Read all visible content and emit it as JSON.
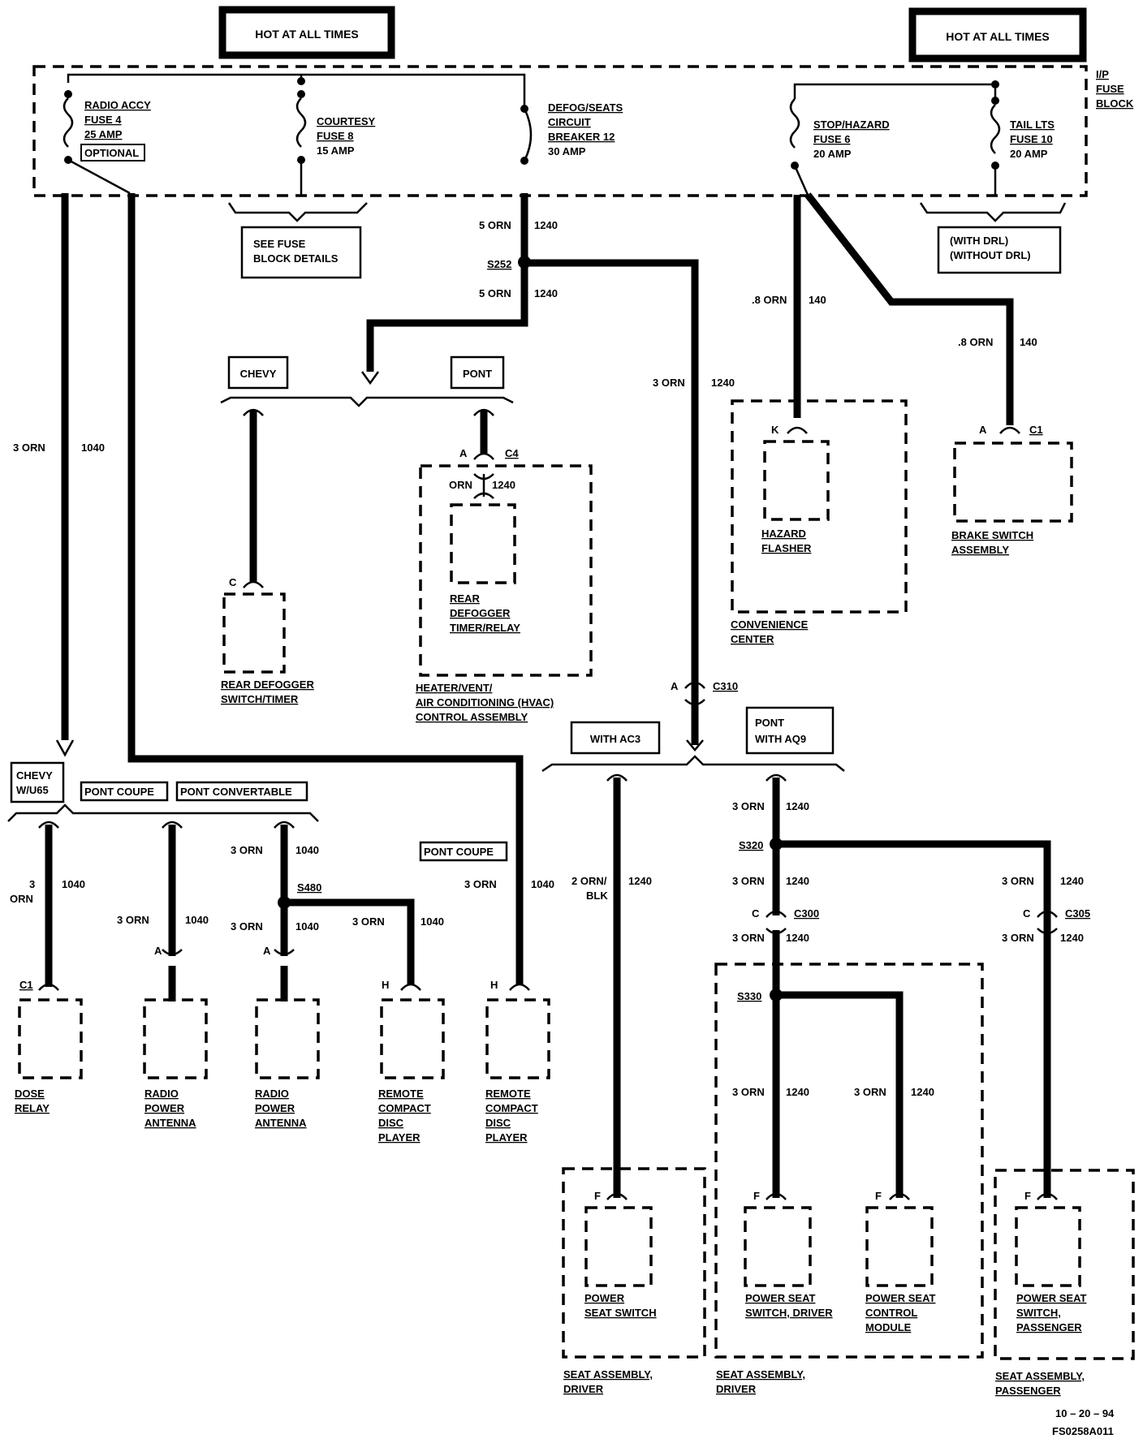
{
  "header": {
    "hot_left": "HOT AT ALL TIMES",
    "hot_right": "HOT AT ALL TIMES"
  },
  "fuse_block": {
    "label_1": "I/P",
    "label_2": "FUSE",
    "label_3": "BLOCK",
    "see_details_1": "SEE FUSE",
    "see_details_2": "BLOCK DETAILS",
    "drl_1": "(WITH DRL)",
    "drl_2": "(WITHOUT DRL)",
    "fuses": [
      {
        "name": "RADIO ACCY",
        "fuse": "FUSE 4",
        "amp": "25 AMP",
        "note": "OPTIONAL"
      },
      {
        "name": "COURTESY",
        "fuse": "FUSE 8",
        "amp": "15 AMP"
      },
      {
        "name": "DEFOG/SEATS",
        "fuse": "CIRCUIT",
        "fuse2": "BREAKER 12",
        "amp": "30 AMP"
      },
      {
        "name": "STOP/HAZARD",
        "fuse": "FUSE 6",
        "amp": "20 AMP"
      },
      {
        "name": "TAIL LTS",
        "fuse": "FUSE 10",
        "amp": "20 AMP"
      }
    ]
  },
  "wires": {
    "orn5": "5 ORN",
    "orn3": "3 ORN",
    "orn08": ".8 ORN",
    "orn2blk_1": "2 ORN/",
    "orn2blk_2": "BLK",
    "orn_3": "3",
    "orn_orn": "ORN",
    "orn": "ORN",
    "c1240": "1240",
    "c1040": "1040",
    "c140": "140"
  },
  "splices": {
    "s252": "S252",
    "s320": "S320",
    "s330": "S330",
    "s480": "S480"
  },
  "connectors": {
    "c4": "C4",
    "c1": "C1",
    "c310": "C310",
    "c300": "C300",
    "c305": "C305",
    "pin_a": "A",
    "pin_c": "C",
    "pin_k": "K",
    "pin_h": "H",
    "pin_f": "F",
    "pin_c1": "C1"
  },
  "options": {
    "chevy": "CHEVY",
    "pont": "PONT",
    "chevy_u65_1": "CHEVY",
    "chevy_u65_2": "W/U65",
    "pont_coupe": "PONT  COUPE",
    "pont_convertable": "PONT  CONVERTABLE",
    "pont_coupe2": "PONT  COUPE",
    "with_ac3": "WITH AC3",
    "pont_aq9_1": "PONT",
    "pont_aq9_2": "WITH AQ9"
  },
  "components": {
    "rear_defogger_switch_1": "REAR DEFOGGER",
    "rear_defogger_switch_2": "SWITCH/TIMER",
    "rear_defogger_relay_1": "REAR",
    "rear_defogger_relay_2": "DEFOGGER",
    "rear_defogger_relay_3": "TIMER/RELAY",
    "hvac_1": "HEATER/VENT/",
    "hvac_2": "AIR CONDITIONING (HVAC)",
    "hvac_3": "CONTROL ASSEMBLY",
    "hazard_1": "HAZARD",
    "hazard_2": "FLASHER",
    "convenience_1": "CONVENIENCE",
    "convenience_2": "CENTER",
    "brake_1": "BRAKE SWITCH",
    "brake_2": "ASSEMBLY",
    "dose_1": "DOSE",
    "dose_2": "RELAY",
    "antenna_1": "RADIO",
    "antenna_2": "POWER",
    "antenna_3": "ANTENNA",
    "cd_1": "REMOTE",
    "cd_2": "COMPACT",
    "cd_3": "DISC",
    "cd_4": "PLAYER",
    "pss_1": "POWER",
    "pss_2": "SEAT SWITCH",
    "pssd_1": "POWER SEAT",
    "pssd_2": "SWITCH, DRIVER",
    "pscm_1": "POWER SEAT",
    "pscm_2": "CONTROL",
    "pscm_3": "MODULE",
    "pssp_1": "POWER SEAT",
    "pssp_2": "SWITCH,",
    "pssp_3": "PASSENGER",
    "sad_1": "SEAT ASSEMBLY,",
    "sad_2": "DRIVER",
    "sap_1": "SEAT ASSEMBLY,",
    "sap_2": "PASSENGER"
  },
  "footer": {
    "date": "10 – 20 – 94",
    "code": "FS0258A011"
  }
}
